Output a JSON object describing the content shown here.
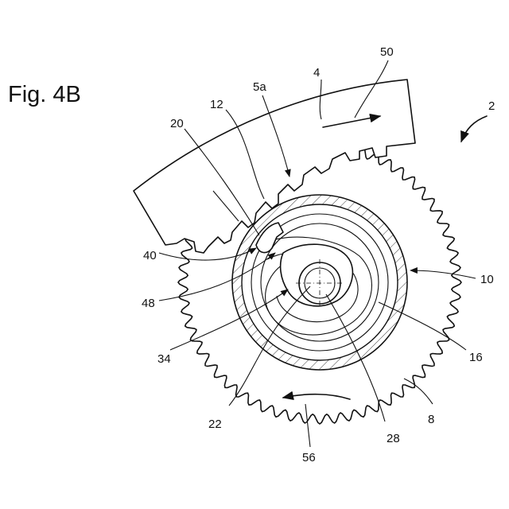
{
  "figure": {
    "title": "Fig. 4B",
    "labels": {
      "ref_2": "2",
      "ref_4": "4",
      "ref_5a": "5a",
      "ref_8": "8",
      "ref_10": "10",
      "ref_12": "12",
      "ref_16": "16",
      "ref_20": "20",
      "ref_22": "22",
      "ref_28": "28",
      "ref_34": "34",
      "ref_40": "40",
      "ref_48": "48",
      "ref_50": "50",
      "ref_56": "56"
    }
  }
}
